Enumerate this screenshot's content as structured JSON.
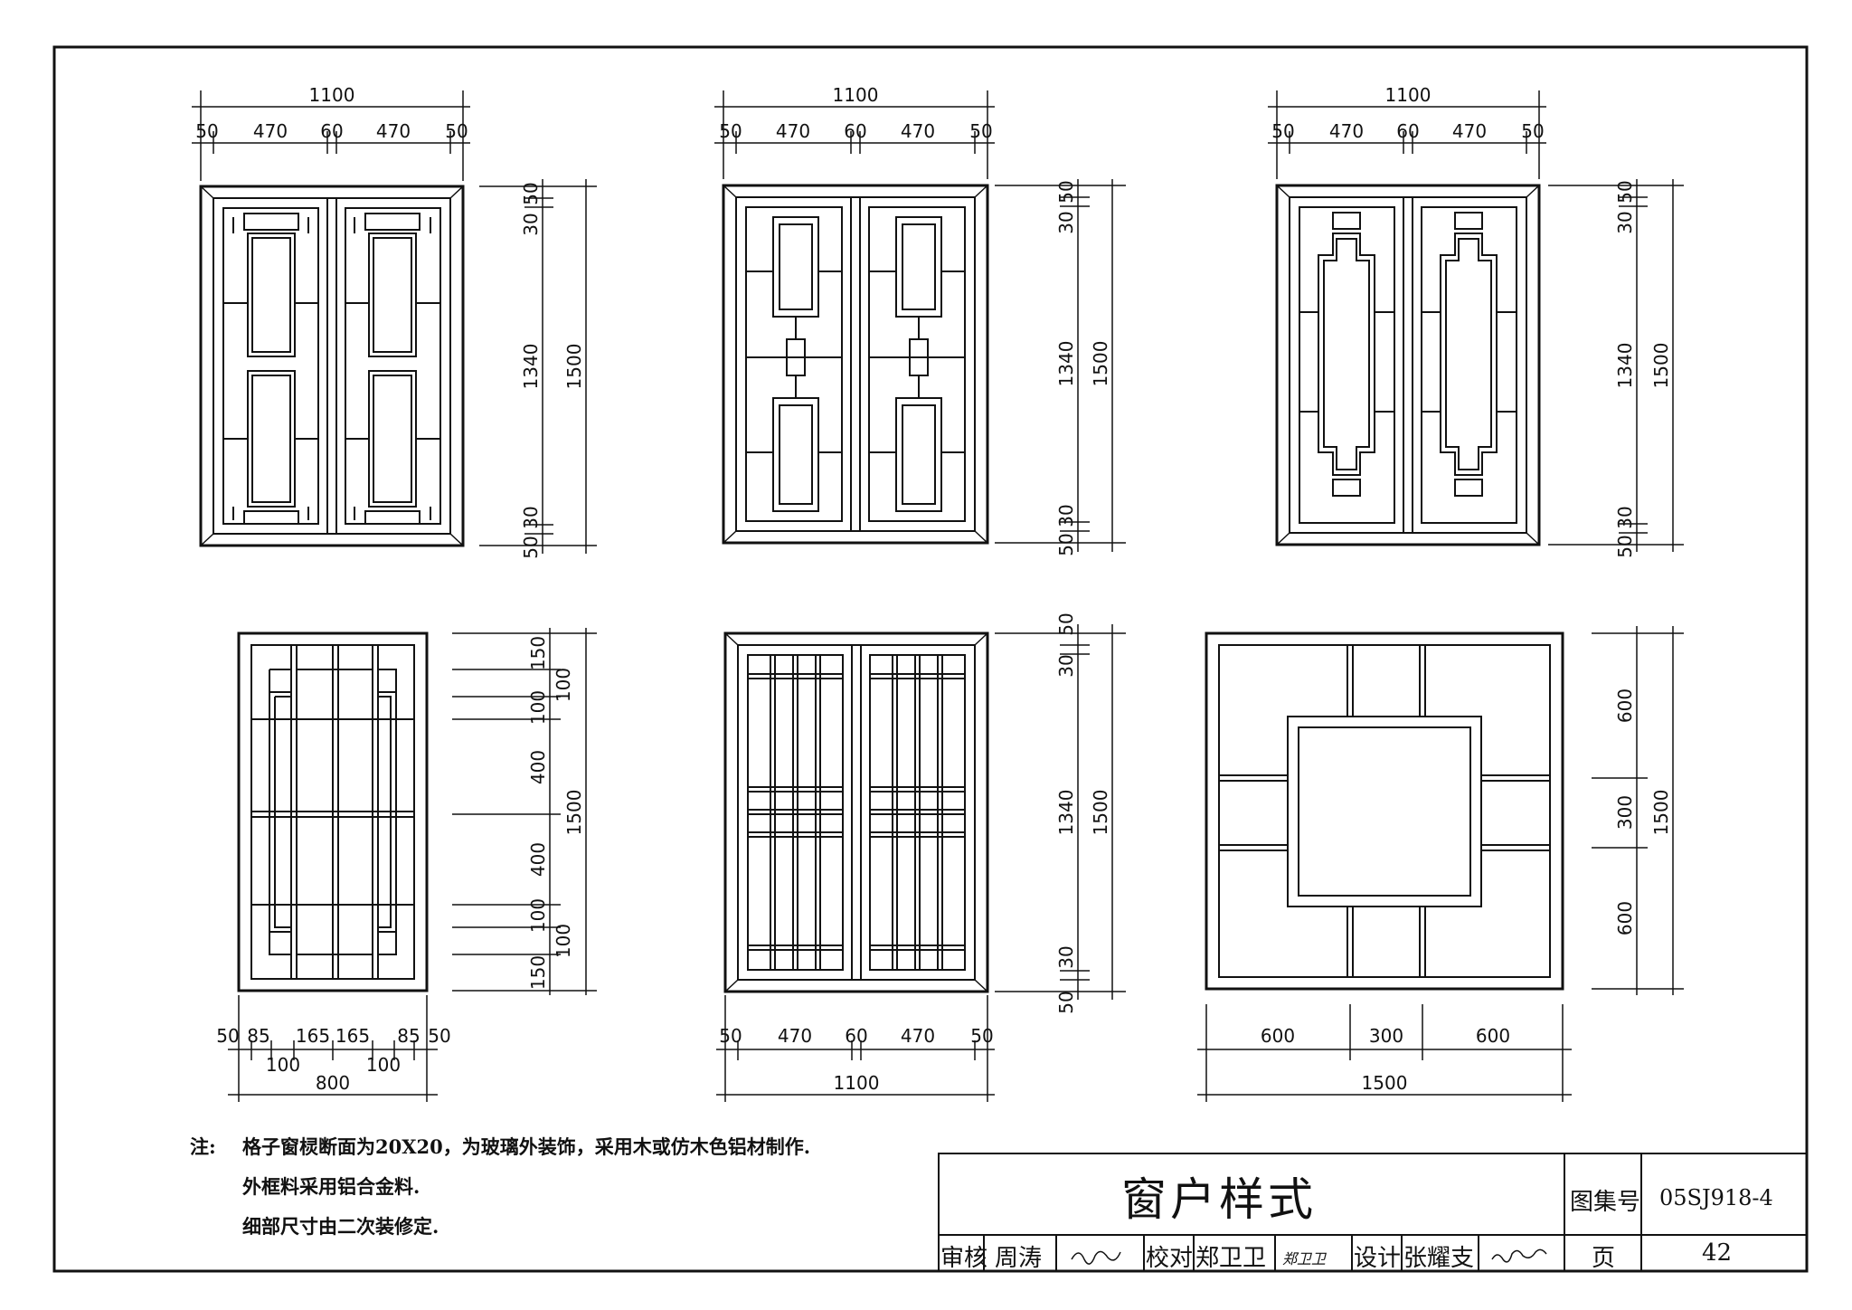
{
  "title_block": {
    "title": "窗户样式",
    "atlas_label": "图集号",
    "atlas_no": "05SJ918-4",
    "page_label": "页",
    "page_no": "42",
    "review_label": "审核",
    "review_name": "周涛",
    "check_label": "校对",
    "check_name": "郑卫卫",
    "check_sign": "郑卫卫",
    "design_label": "设计",
    "design_name": "张耀支"
  },
  "notes": {
    "prefix": "注:",
    "line1": "格子窗棂断面为20X20，为玻璃外装饰，采用木或仿木色铝材制作.",
    "line2": "外框料采用铝合金料.",
    "line3": "细部尺寸由二次装修定."
  },
  "dims": {
    "w1100": "1100",
    "w470": "470",
    "w60": "60",
    "w50": "50",
    "h1500": "1500",
    "h1340": "1340",
    "h30": "30",
    "h50": "50",
    "w800": "800",
    "w85": "85",
    "w165": "165",
    "w100": "100",
    "h150": "150",
    "h100": "100",
    "h400": "400",
    "w1500": "1500",
    "w600": "600",
    "w300": "300",
    "h600": "600",
    "h300": "300"
  }
}
